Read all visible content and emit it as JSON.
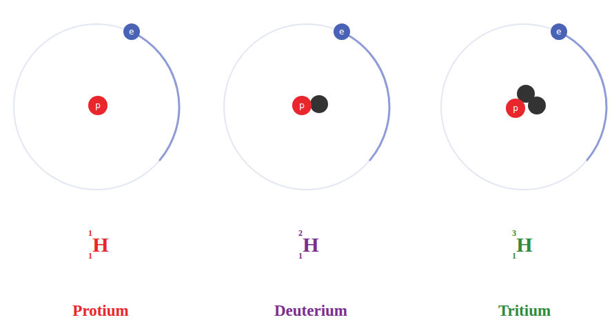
{
  "diagram": {
    "nodes": [
      {
        "text": [
          "e"
        ]
      },
      {
        "text": [
          "p"
        ]
      },
      {
        "text": [
          "e"
        ]
      },
      {
        "text": [
          "p"
        ]
      },
      {
        "text": [
          "e"
        ]
      },
      {
        "text": [
          "p"
        ]
      }
    ],
    "labels": [
      "1",
      "1",
      "H",
      "Protium",
      "2",
      "1",
      "H",
      "Deuterium",
      "3",
      "1",
      "H",
      "Tritium"
    ]
  }
}
